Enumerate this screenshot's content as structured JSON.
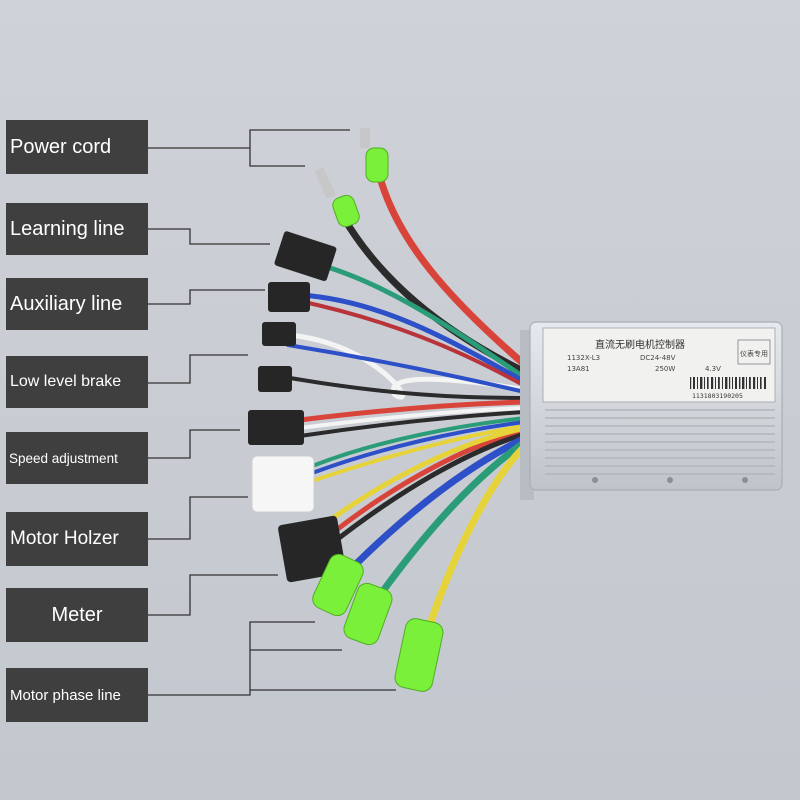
{
  "labels": {
    "power_cord": "Power cord",
    "learning_line": "Learning line",
    "auxiliary_line": "Auxiliary line",
    "low_level_brake": "Low level brake",
    "speed_adjustment": "Speed adjustment",
    "motor_holzer": "Motor Holzer",
    "meter": "Meter",
    "motor_phase_line": "Motor phase line"
  },
  "controller_plate": {
    "title": "直流无刷电机控制器",
    "model": "1132X-L3",
    "voltage": "DC24-48V",
    "current": "13A81",
    "power": "250W",
    "undervoltage": "4.3V",
    "badge": "仪表专用",
    "barcode_number": "1131803190205"
  },
  "colors": {
    "background": "#c9cdd3",
    "label_box": "#3f3f3f",
    "label_text": "#ffffff",
    "wire_red": "#d8443a",
    "wire_black": "#2b2b2b",
    "wire_green": "#2a9d78",
    "wire_blue": "#2d4fc8",
    "wire_yellow": "#e6d33a",
    "wire_white": "#f4f4f4",
    "terminal_green": "#7af03a",
    "controller_silver": "#d6dadf"
  }
}
